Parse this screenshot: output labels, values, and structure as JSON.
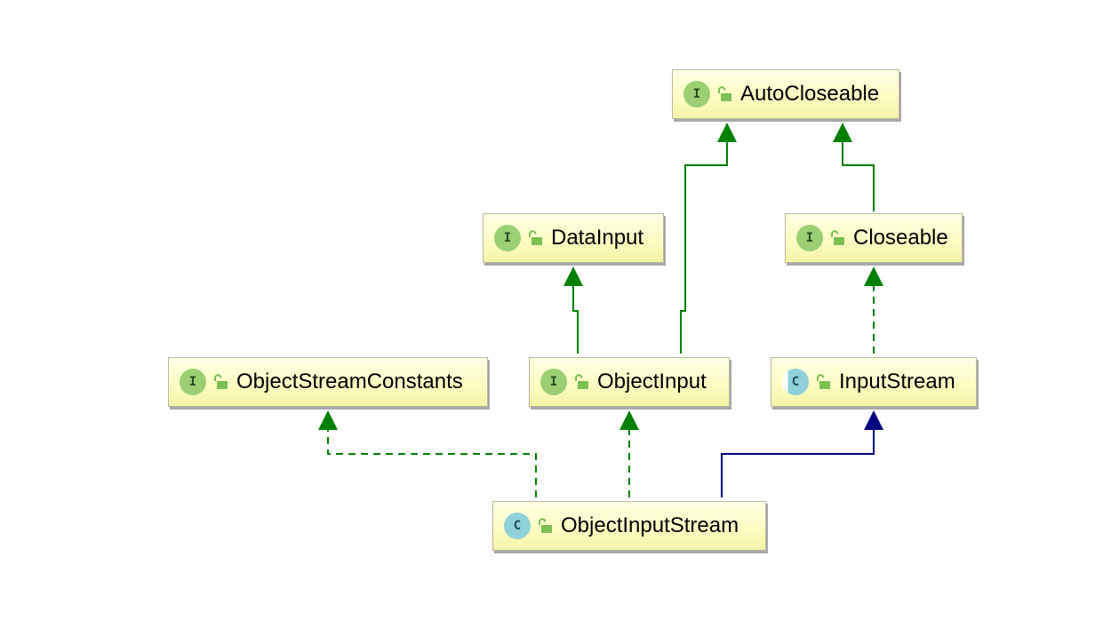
{
  "colors": {
    "extends_interface": "#008000",
    "implements": "#008000",
    "extends_class": "#000080",
    "node_fill": "#fdfdc4",
    "interface_badge": "#9bcf73",
    "class_badge": "#8fd1d9",
    "lock_icon": "#7cbf55"
  },
  "nodes": {
    "autocloseable": {
      "name": "AutoCloseable",
      "kind": "interface",
      "badge_letter": "I",
      "icon": "unlocked-padlock-icon"
    },
    "datainput": {
      "name": "DataInput",
      "kind": "interface",
      "badge_letter": "I",
      "icon": "unlocked-padlock-icon"
    },
    "closeable": {
      "name": "Closeable",
      "kind": "interface",
      "badge_letter": "I",
      "icon": "unlocked-padlock-icon"
    },
    "objectstreamconstants": {
      "name": "ObjectStreamConstants",
      "kind": "interface",
      "badge_letter": "I",
      "icon": "unlocked-padlock-icon"
    },
    "objectinput": {
      "name": "ObjectInput",
      "kind": "interface",
      "badge_letter": "I",
      "icon": "unlocked-padlock-icon"
    },
    "inputstream": {
      "name": "InputStream",
      "kind": "abstract-class",
      "badge_letter": "C",
      "icon": "unlocked-padlock-icon"
    },
    "objectinputstream": {
      "name": "ObjectInputStream",
      "kind": "class",
      "badge_letter": "C",
      "icon": "unlocked-padlock-icon"
    }
  },
  "edges": [
    {
      "from": "objectinput",
      "to": "autocloseable",
      "relation": "extends",
      "style": "solid"
    },
    {
      "from": "closeable",
      "to": "autocloseable",
      "relation": "extends",
      "style": "solid"
    },
    {
      "from": "objectinput",
      "to": "datainput",
      "relation": "extends",
      "style": "solid"
    },
    {
      "from": "inputstream",
      "to": "closeable",
      "relation": "implements",
      "style": "dashed"
    },
    {
      "from": "objectinputstream",
      "to": "objectstreamconstants",
      "relation": "implements",
      "style": "dashed"
    },
    {
      "from": "objectinputstream",
      "to": "objectinput",
      "relation": "implements",
      "style": "dashed"
    },
    {
      "from": "objectinputstream",
      "to": "inputstream",
      "relation": "extends",
      "style": "solid"
    }
  ]
}
